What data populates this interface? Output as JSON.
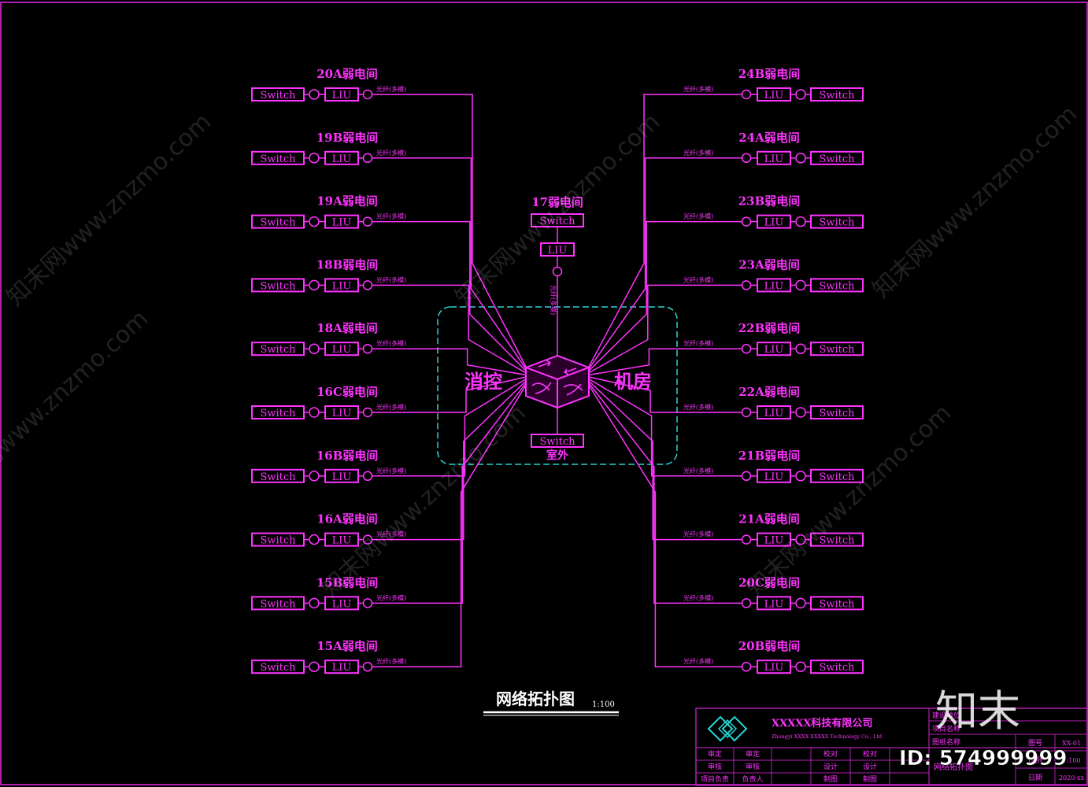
{
  "diagram": {
    "title": "网络拓扑图",
    "scale": "1:100",
    "center_left_label": "消控",
    "center_right_label": "机房",
    "bottom_switch_label": "Switch",
    "bottom_switch_caption": "室外",
    "top_node": {
      "room": "17弱电间",
      "switch": "Switch",
      "liu": "LIU"
    },
    "switch_label": "Switch",
    "liu_label": "LIU",
    "fiber_label": "光纤(多模)",
    "left_rooms": [
      "20A弱电间",
      "19B弱电间",
      "19A弱电间",
      "18B弱电间",
      "18A弱电间",
      "16C弱电间",
      "16B弱电间",
      "16A弱电间",
      "15B弱电间",
      "15A弱电间"
    ],
    "right_rooms": [
      "24B弱电间",
      "24A弱电间",
      "23B弱电间",
      "23A弱电间",
      "22B弱电间",
      "22A弱电间",
      "21B弱电间",
      "21A弱电间",
      "20C弱电间",
      "20B弱电间"
    ]
  },
  "titleblock": {
    "company": "XXXXX科技有限公司",
    "company_en": "Zhongyi XXXX XXXXX Technology Co., Ltd",
    "field_project": "建设单位",
    "field_name": "项目名称",
    "field_drawing": "图纸名称",
    "drawing_name": "网络拓扑图",
    "sign_labels": [
      "审定",
      "审核",
      "项目负责",
      "校对",
      "设计",
      "制图"
    ],
    "sign_names": [
      "审定",
      "审核",
      "负责人",
      "校对",
      "设计",
      "制图"
    ],
    "meta_labels": [
      "图号",
      "比例",
      "日期"
    ],
    "meta_values": [
      "XX-01",
      "1:100",
      "2020-xx"
    ]
  },
  "watermarks": {
    "text": "知末网www.znzmo.com",
    "logo": "知末",
    "id": "ID: 574999999"
  },
  "colors": {
    "line": "#e020e0",
    "text": "#ff33ff",
    "cyan": "#2ad4d4",
    "frame": "#b020b0"
  }
}
